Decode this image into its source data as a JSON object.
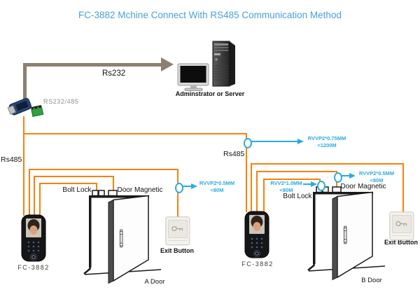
{
  "title": "FC-3882 Mchine Connect With RS485  Communication Method",
  "server": {
    "label": "Adminstrator or Server"
  },
  "converter": {
    "label": "RS232/485"
  },
  "links": {
    "rs232": "Rs232",
    "rs485_left": "Rs485",
    "rs485_trunk": "Rs485"
  },
  "cable_specs": {
    "trunk": {
      "spec": "RVVP2*0.75MM",
      "length": "<1200M"
    },
    "exit_a": {
      "spec": "RVVP2*0.5MM",
      "length": "<80M"
    },
    "door_magnetic_b": {
      "spec": "RVVP2*0.5MM",
      "length": "<80M"
    },
    "bolt_lock_b": {
      "spec": "RVV2*1.0MM",
      "length": "<80M"
    }
  },
  "zone_a": {
    "bolt_lock": "Bolt Lock",
    "door_magnetic": "Door Magnetic",
    "exit_button": "Exit Button",
    "door": "A Door",
    "device": "FC-3882"
  },
  "zone_b": {
    "bolt_lock": "Bolt Lock",
    "door_magnetic": "Door Magnetic",
    "exit_button": "Exit Button",
    "door": "B Door",
    "device": "FC-3882"
  },
  "colors": {
    "wire_orange": "#F5820D",
    "annotation_blue": "#29ABE2",
    "title_blue": "#4A9FD8",
    "rs232_arrow": "#8D8071"
  }
}
